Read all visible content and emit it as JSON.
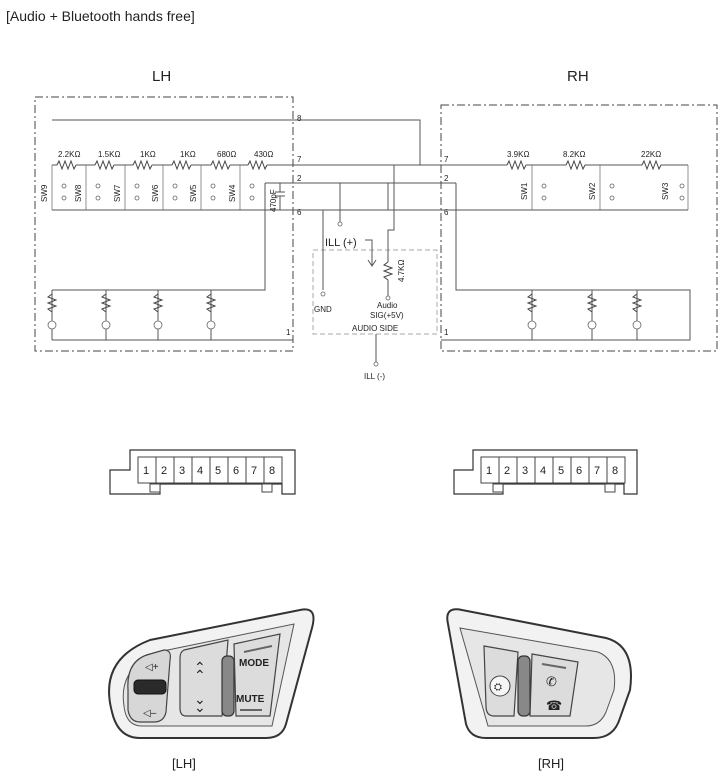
{
  "title": "[Audio + Bluetooth hands free]",
  "circuit": {
    "lh_label": "LH",
    "rh_label": "RH",
    "lh_resistors": [
      "2.2KΩ",
      "1.5KΩ",
      "1KΩ",
      "1KΩ",
      "680Ω",
      "430Ω"
    ],
    "lh_switches": [
      "SW9",
      "SW8",
      "SW7",
      "SW6",
      "SW5",
      "SW4"
    ],
    "rh_resistors": [
      "3.9KΩ",
      "8.2KΩ",
      "22KΩ"
    ],
    "rh_switches": [
      "SW1",
      "SW2",
      "SW3"
    ],
    "capacitor": "470pF",
    "pins_lh": [
      "8",
      "7",
      "2",
      "6",
      "1"
    ],
    "pins_rh": [
      "7",
      "2",
      "6",
      "1"
    ],
    "ill_plus": "ILL (+)",
    "ill_minus": "ILL (-)",
    "gnd": "GND",
    "resistor_audio": "4.7KΩ",
    "audio_sig_1": "Audio",
    "audio_sig_2": "SIG(+5V)",
    "audio_side": "AUDIO SIDE"
  },
  "connectors": {
    "lh_pins": [
      "1",
      "2",
      "3",
      "4",
      "5",
      "6",
      "7",
      "8"
    ],
    "rh_pins": [
      "1",
      "2",
      "3",
      "4",
      "5",
      "6",
      "7",
      "8"
    ]
  },
  "buttons": {
    "lh_mode": "MODE",
    "lh_mute": "MUTE",
    "lh_caption": "[LH]",
    "rh_caption": "[RH]"
  }
}
